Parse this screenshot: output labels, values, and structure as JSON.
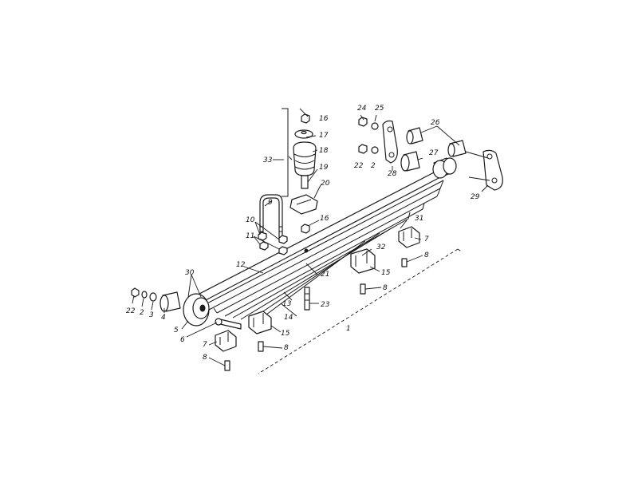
{
  "labels": {
    "n1": "1",
    "n2a": "2",
    "n2b": "2",
    "n3": "3",
    "n4": "4",
    "n5": "5",
    "n6": "6",
    "n7a": "7",
    "n7b": "7",
    "n8a": "8",
    "n8b": "8",
    "n8c": "8",
    "n8d": "8",
    "n9": "9",
    "n10": "10",
    "n11": "11",
    "n12": "12",
    "n13": "13",
    "n14": "14",
    "n15a": "15",
    "n15b": "15",
    "n16a": "16",
    "n16b": "16",
    "n17": "17",
    "n18": "18",
    "n19": "19",
    "n20": "20",
    "n21": "21",
    "n22a": "22",
    "n22b": "22",
    "n23": "23",
    "n24": "24",
    "n25": "25",
    "n26": "26",
    "n27": "27",
    "n28": "28",
    "n29": "29",
    "n30": "30",
    "n31": "31",
    "n32": "32",
    "n33": "33"
  }
}
